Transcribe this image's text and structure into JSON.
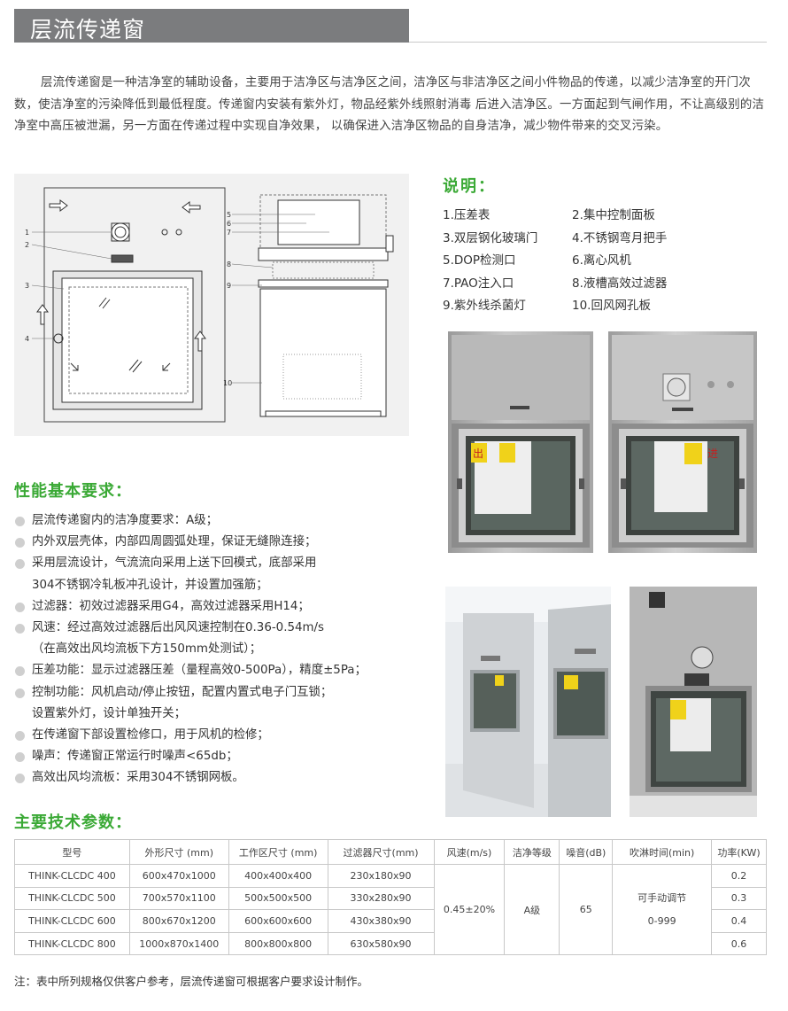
{
  "header": {
    "title": "层流传递窗"
  },
  "intro": "层流传递窗是一种洁净室的辅助设备，主要用于洁净区与洁净区之间，洁净区与非洁净区之间小件物品的传递，以减少洁净室的开门次数，使洁净室的污染降低到最低程度。传递窗内安装有紫外灯，物品经紫外线照射消毒 后进入洁净区。一方面起到气闸作用，不让高级别的洁净室中高压被泄漏，另一方面在传递过程中实现自净效果， 以确保进入洁净区物品的自身洁净，减少物件带来的交叉污染。",
  "diagram": {
    "labels": [
      "1",
      "2",
      "3",
      "4",
      "5",
      "6",
      "7",
      "8",
      "9",
      "10"
    ]
  },
  "legend": {
    "title": "说明：",
    "items": [
      "1.压差表",
      "2.集中控制面板",
      "3.双层钢化玻璃门",
      "4.不锈钢弯月把手",
      "5.DOP检测口",
      "6.离心风机",
      "7.PAO注入口",
      "8.液槽高效过滤器",
      "9.紫外线杀菌灯",
      "10.回风网孔板"
    ]
  },
  "performance": {
    "title": "性能基本要求：",
    "items": [
      {
        "line": "层流传递窗内的洁净度要求：A级；"
      },
      {
        "line": "内外双层壳体，内部四周圆弧处理，保证无缝隙连接；"
      },
      {
        "line": "采用层流设计，气流流向采用上送下回模式，底部采用",
        "cont": "304不锈钢冷轧板冲孔设计，并设置加强筋；"
      },
      {
        "line": "过滤器：初效过滤器采用G4，高效过滤器采用H14；"
      },
      {
        "line": "风速：经过高效过滤器后出风风速控制在0.36-0.54m/s",
        "cont": "（在高效出风均流板下方150mm处测试）；"
      },
      {
        "line": "压差功能：显示过滤器压差（量程高效0-500Pa），精度±5Pa；"
      },
      {
        "line": "控制功能：风机启动/停止按钮，配置内置式电子门互锁；",
        "cont": "设置紫外灯，设计单独开关；"
      },
      {
        "line": "在传递窗下部设置检修口，用于风机的检修；"
      },
      {
        "line": "噪声：传递窗正常运行时噪声<65db；"
      },
      {
        "line": "高效出风均流板：采用304不锈钢网板。"
      }
    ]
  },
  "params": {
    "title": "主要技术参数：",
    "headers": [
      "型号",
      "外形尺寸 (mm)",
      "工作区尺寸 (mm)",
      "过滤器尺寸(mm)",
      "风速(m/s)",
      "洁净等级",
      "噪音(dB)",
      "吹淋时间(min)",
      "功率(KW)"
    ],
    "rows": [
      [
        "THINK-CLCDC 400",
        "600x470x1000",
        "400x400x400",
        "230x180x90",
        "0.2"
      ],
      [
        "THINK-CLCDC 500",
        "700x570x1100",
        "500x500x500",
        "330x280x90",
        "0.3"
      ],
      [
        "THINK-CLCDC 600",
        "800x670x1200",
        "600x600x600",
        "430x380x90",
        "0.4"
      ],
      [
        "THINK-CLCDC 800",
        "1000x870x1400",
        "800x800x800",
        "630x580x90",
        "0.6"
      ]
    ],
    "merged": {
      "speed": "0.45±20%",
      "grade": "A级",
      "noise": "65",
      "time_1": "可手动调节",
      "time_2": "0-999"
    }
  },
  "photo_signs": {
    "door_out": "出",
    "door_in": "进"
  },
  "note": "注：表中所列规格仅供客户参考，层流传递窗可根据客户要求设计制作。"
}
